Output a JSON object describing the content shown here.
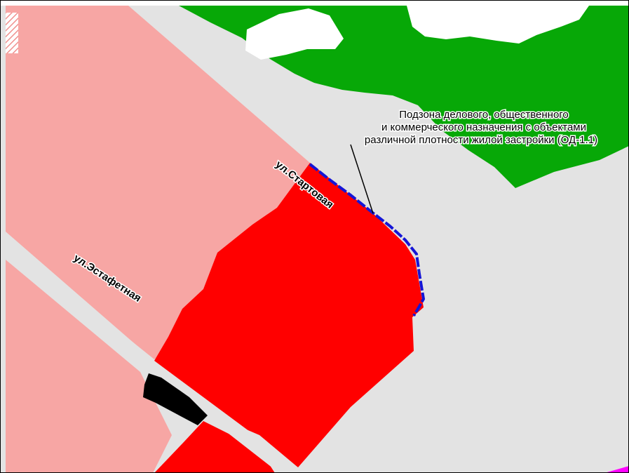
{
  "map": {
    "streets": {
      "startovaya": "ул.Стартовая",
      "estafetnaya": "ул.Эстафетная"
    },
    "zone_annotation": {
      "line1": "Подзона делового, общественного",
      "line2": "и коммерческого назначения с объектами",
      "line3": "различной плотности жилой застройки (ОД-1.1)"
    },
    "colors": {
      "background": "#e3e3e3",
      "residential_pink": "#f7a6a4",
      "business_red": "#ff0000",
      "green_zone": "#07a807",
      "zone_boundary": "#1515d6",
      "white_area": "#ffffff",
      "black_block": "#000000",
      "magenta_edge": "#ff00ff"
    }
  }
}
